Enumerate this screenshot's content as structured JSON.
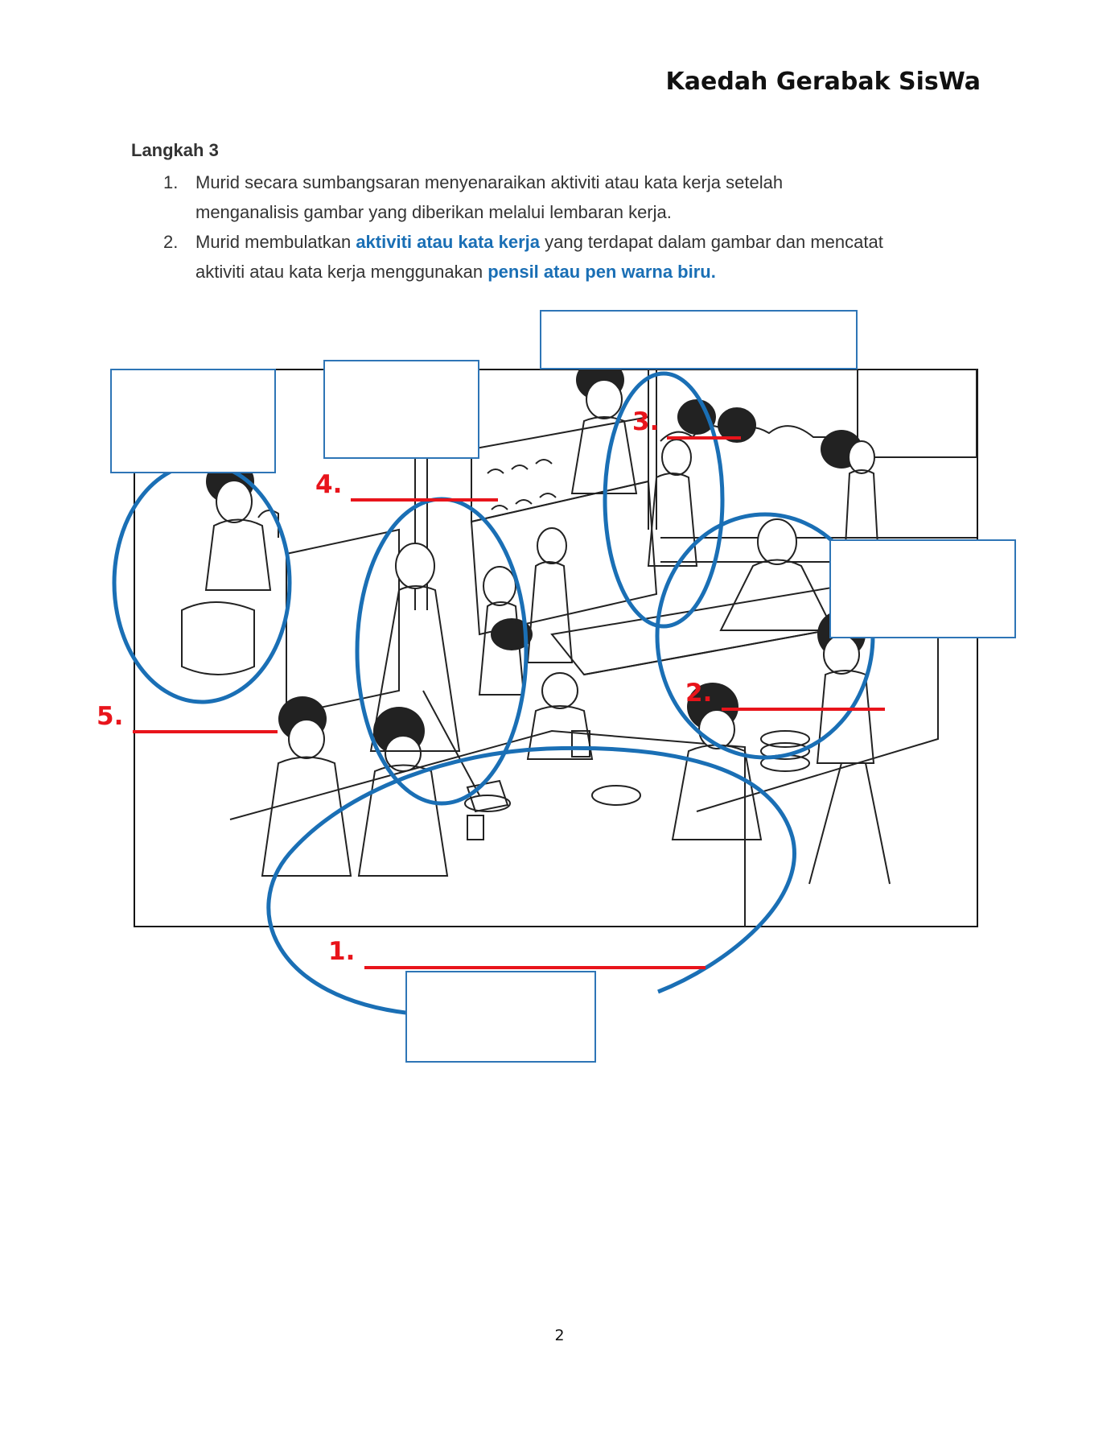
{
  "header": {
    "title": "Kaedah Gerabak SisWa"
  },
  "step": {
    "heading": "Langkah 3",
    "items": [
      {
        "number": "1.",
        "line1": "Murid secara sumbangsaran menyenaraikan aktiviti atau kata kerja setelah",
        "line2": "menganalisis gambar yang diberikan melalui lembaran kerja."
      },
      {
        "number": "2.",
        "line1_pre": "Murid membulatkan ",
        "line1_hl": "aktiviti atau kata kerja",
        "line1_post": " yang terdapat dalam gambar dan mencatat",
        "line2_pre": "aktiviti atau kata kerja menggunakan ",
        "line2_hl": "pensil atau pen warna biru."
      }
    ]
  },
  "worksheet": {
    "image_description": "Black-and-white illustration of a school canteen scene",
    "labels": [
      {
        "number": "1.",
        "blank": ""
      },
      {
        "number": "2.",
        "blank": ""
      },
      {
        "number": "3.",
        "blank": ""
      },
      {
        "number": "4.",
        "blank": ""
      },
      {
        "number": "5.",
        "blank": ""
      }
    ],
    "answer_boxes": [
      "",
      "",
      "",
      "",
      ""
    ],
    "colors": {
      "circle": "#1a6fb5",
      "label": "#e8141b",
      "box_border": "#2e75b6"
    }
  },
  "footer": {
    "page_number": "2"
  }
}
